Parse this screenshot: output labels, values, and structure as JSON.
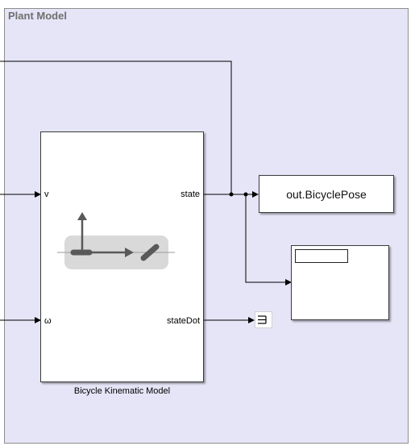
{
  "area": {
    "title": "Plant Model"
  },
  "bicycle_block": {
    "name": "Bicycle Kinematic Model",
    "inputs": [
      "v",
      "ω"
    ],
    "outputs": [
      "state",
      "stateDot"
    ],
    "icon": "bicycle-kinematics-icon"
  },
  "to_workspace": {
    "label": "out.BicyclePose"
  },
  "scope": {
    "icon": "scope-screen-icon"
  },
  "terminator": {
    "icon": "terminator-icon"
  },
  "colors": {
    "area_bg": "#e5e5f7",
    "area_border": "#8e8e8e",
    "icon_bg": "#d9d9d9",
    "icon_fg": "#595959"
  }
}
